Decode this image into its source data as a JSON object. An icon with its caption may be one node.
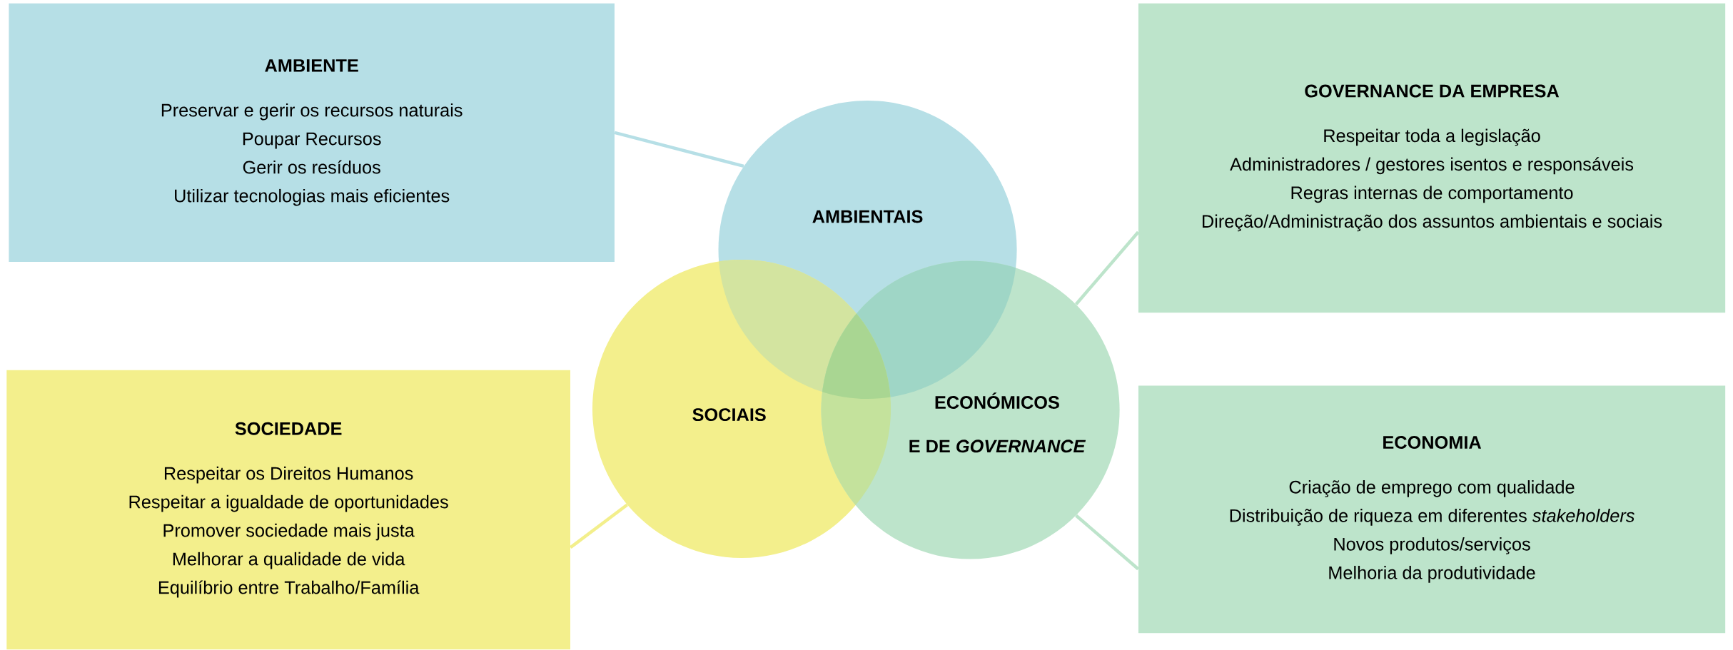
{
  "diagram": {
    "nodes": [
      {
        "text": [
          "AMBIENTE",
          "Preservar e gerir os recursos naturais",
          "Poupar Recursos",
          "Gerir os resíduos",
          "Utilizar tecnologias mais eficientes"
        ]
      },
      {
        "text": [
          "GOVERNANCE DA EMPRESA",
          "Respeitar toda a legislação",
          "Administradores / gestores isentos e responsáveis",
          "Regras internas de comportamento",
          "Direção/Administração dos assuntos ambientais e sociais"
        ]
      },
      {
        "text": [
          "AMBIENTAIS"
        ]
      },
      {
        "text": [
          "SOCIAIS"
        ]
      },
      {
        "text": [
          "ECONÓMICOS",
          "E DE *GOVERNANCE*"
        ]
      },
      {
        "text": [
          "SOCIEDADE",
          "Respeitar os Direitos Humanos",
          "Respeitar a igualdade de oportunidades",
          "Promover sociedade mais justa",
          "Melhorar a qualidade de vida",
          "Equilíbrio entre Trabalho/Família"
        ]
      },
      {
        "text": [
          "ECONOMIA",
          "Criação de emprego com qualidade",
          "Distribuição de riqueza em diferentes *stakeholders*",
          "Novos produtos/serviços",
          "Melhoria da produtividade"
        ]
      }
    ],
    "edges": [
      {
        "from": 0,
        "to": 2,
        "arrow": "none",
        "color": "#b6dfe6"
      },
      {
        "from": 1,
        "to": 4,
        "arrow": "none",
        "color": "#bde4cb"
      },
      {
        "from": 5,
        "to": 3,
        "arrow": "none",
        "color": "#f3ef8c"
      },
      {
        "from": 6,
        "to": 4,
        "arrow": "none",
        "color": "#bde4cb"
      }
    ]
  }
}
